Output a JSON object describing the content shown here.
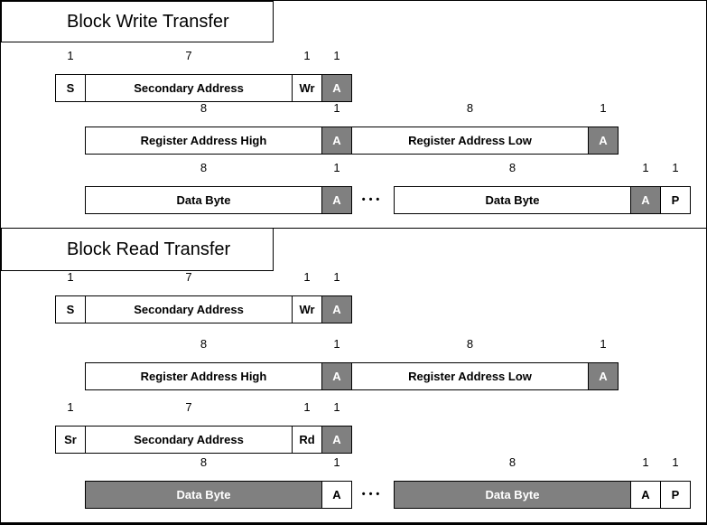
{
  "colors": {
    "shaded_fill": "#808080",
    "shaded_text": "#ffffff",
    "border": "#000000",
    "background": "#ffffff",
    "text": "#000000"
  },
  "gap_label": "•••",
  "sections": [
    {
      "title": "Block Write Transfer",
      "rows": [
        {
          "cells": [
            {
              "bits": "1",
              "label": "S",
              "name": "start-bit",
              "shaded": false,
              "start": true
            },
            {
              "bits": "7",
              "label": "Secondary Address",
              "name": "secondary-address",
              "shaded": false
            },
            {
              "bits": "1",
              "label": "Wr",
              "name": "write-bit",
              "shaded": false
            },
            {
              "bits": "1",
              "label": "A",
              "name": "ack-bit",
              "shaded": true
            }
          ]
        },
        {
          "cells": [
            {
              "bits": "8",
              "label": "Register Address High",
              "name": "register-address-high",
              "shaded": false
            },
            {
              "bits": "1",
              "label": "A",
              "name": "ack-bit",
              "shaded": true
            },
            {
              "bits": "8",
              "label": "Register Address Low",
              "name": "register-address-low",
              "shaded": false
            },
            {
              "bits": "1",
              "label": "A",
              "name": "ack-bit",
              "shaded": true
            }
          ]
        },
        {
          "cells": [
            {
              "bits": "8",
              "label": "Data Byte",
              "name": "data-byte",
              "shaded": false
            },
            {
              "bits": "1",
              "label": "A",
              "name": "ack-bit",
              "shaded": true
            },
            {
              "gap": true,
              "name": "ellipsis-dots"
            },
            {
              "bits": "8",
              "label": "Data Byte",
              "name": "data-byte",
              "shaded": false
            },
            {
              "bits": "1",
              "label": "A",
              "name": "ack-bit",
              "shaded": true
            },
            {
              "bits": "1",
              "label": "P",
              "name": "stop-bit",
              "shaded": false
            }
          ]
        }
      ]
    },
    {
      "title": "Block Read Transfer",
      "rows": [
        {
          "cells": [
            {
              "bits": "1",
              "label": "S",
              "name": "start-bit",
              "shaded": false,
              "start": true
            },
            {
              "bits": "7",
              "label": "Secondary Address",
              "name": "secondary-address",
              "shaded": false
            },
            {
              "bits": "1",
              "label": "Wr",
              "name": "write-bit",
              "shaded": false
            },
            {
              "bits": "1",
              "label": "A",
              "name": "ack-bit",
              "shaded": true
            }
          ]
        },
        {
          "cells": [
            {
              "bits": "8",
              "label": "Register Address High",
              "name": "register-address-high",
              "shaded": false
            },
            {
              "bits": "1",
              "label": "A",
              "name": "ack-bit",
              "shaded": true
            },
            {
              "bits": "8",
              "label": "Register Address Low",
              "name": "register-address-low",
              "shaded": false
            },
            {
              "bits": "1",
              "label": "A",
              "name": "ack-bit",
              "shaded": true
            }
          ]
        },
        {
          "cells": [
            {
              "bits": "1",
              "label": "Sr",
              "name": "repeated-start-bit",
              "shaded": false,
              "start": true
            },
            {
              "bits": "7",
              "label": "Secondary Address",
              "name": "secondary-address",
              "shaded": false
            },
            {
              "bits": "1",
              "label": "Rd",
              "name": "read-bit",
              "shaded": false
            },
            {
              "bits": "1",
              "label": "A",
              "name": "ack-bit",
              "shaded": true
            }
          ]
        },
        {
          "cells": [
            {
              "bits": "8",
              "label": "Data Byte",
              "name": "data-byte",
              "shaded": true
            },
            {
              "bits": "1",
              "label": "A",
              "name": "ack-bit",
              "shaded": false
            },
            {
              "gap": true,
              "name": "ellipsis-dots"
            },
            {
              "bits": "8",
              "label": "Data Byte",
              "name": "data-byte",
              "shaded": true
            },
            {
              "bits": "1",
              "label": "A",
              "name": "ack-bit",
              "shaded": false
            },
            {
              "bits": "1",
              "label": "P",
              "name": "stop-bit",
              "shaded": false
            }
          ]
        }
      ]
    }
  ]
}
